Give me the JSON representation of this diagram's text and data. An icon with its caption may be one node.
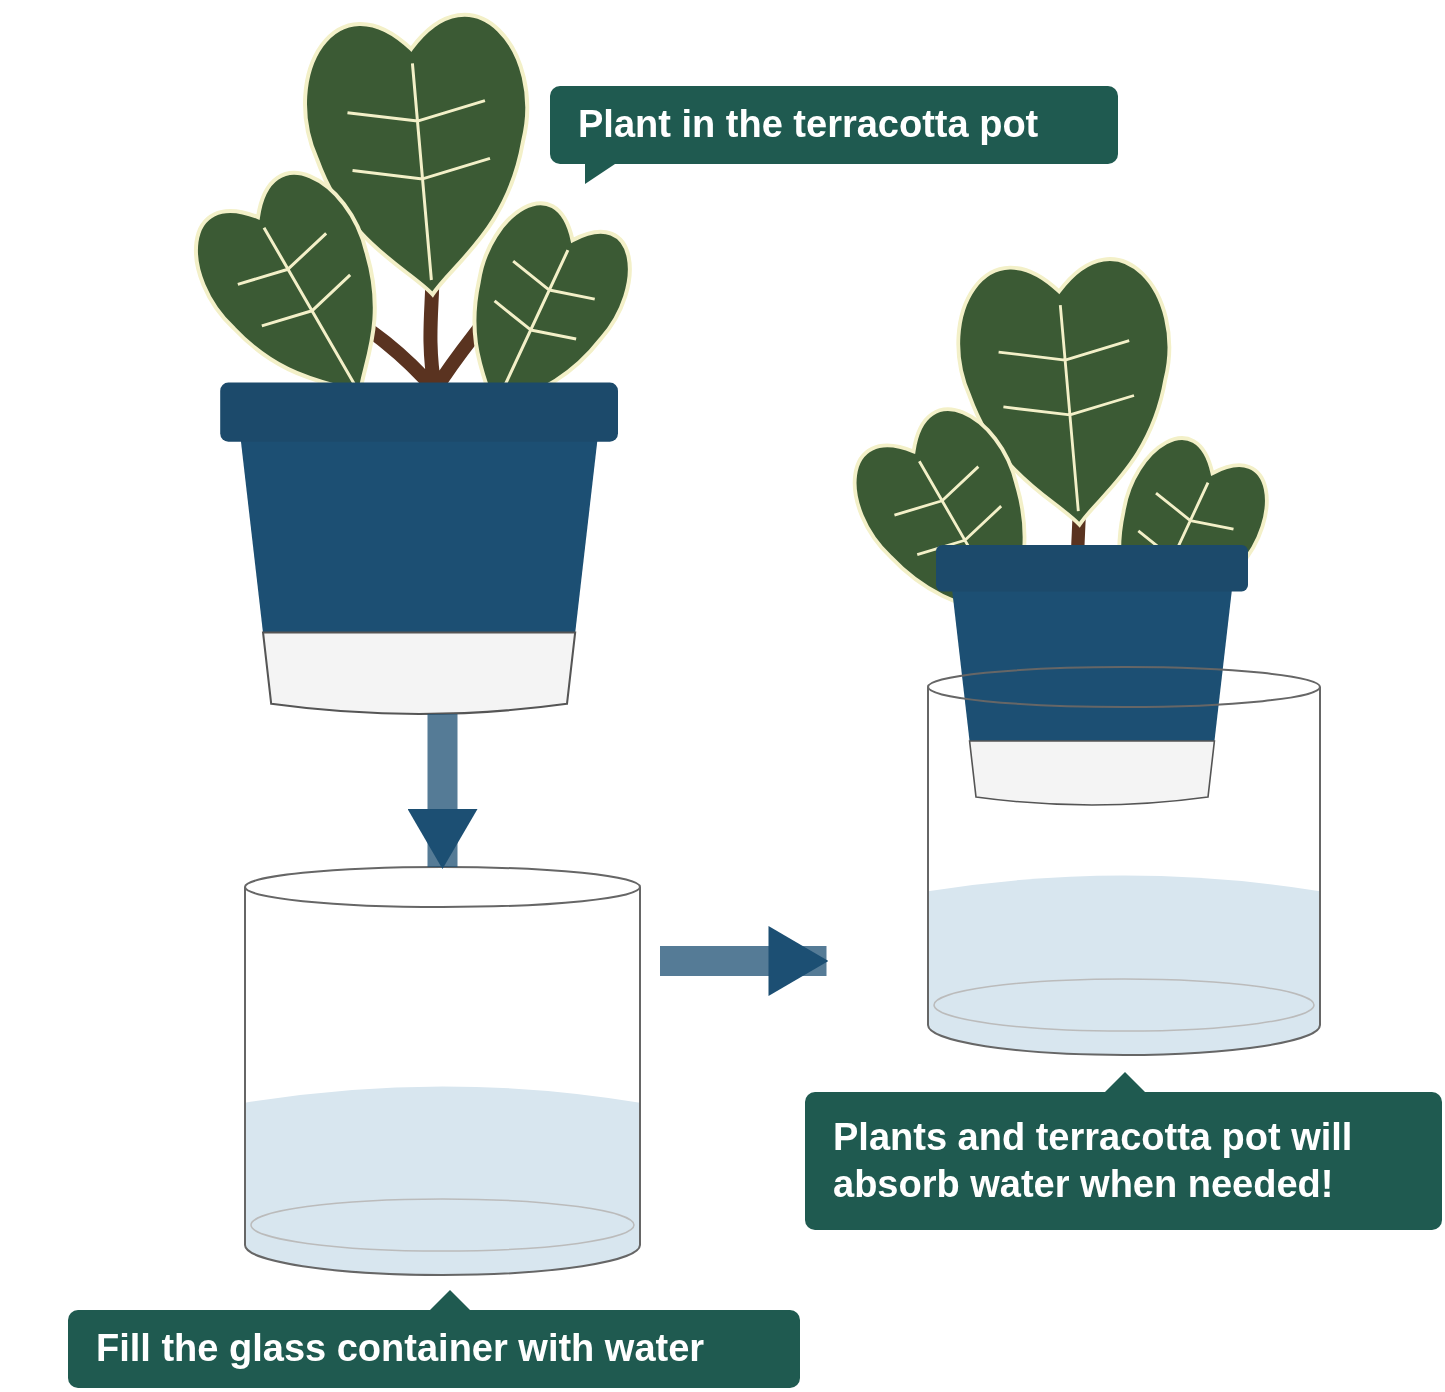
{
  "diagram": {
    "nodes": [
      {
        "text": [
          "Plant in the terracotta pot"
        ]
      },
      {
        "text": [],
        "shape": "picture"
      },
      {
        "text": [],
        "shape": "picture"
      },
      {
        "text": [
          "Fill the glass container with water"
        ]
      },
      {
        "text": [],
        "shape": "picture"
      },
      {
        "text": [
          "Plants and terracotta pot will absorb water when needed!"
        ]
      }
    ],
    "edges": [
      {
        "from": 1,
        "to": 2,
        "arrow": "to"
      },
      {
        "from": 2,
        "to": 4,
        "arrow": "to"
      }
    ]
  }
}
